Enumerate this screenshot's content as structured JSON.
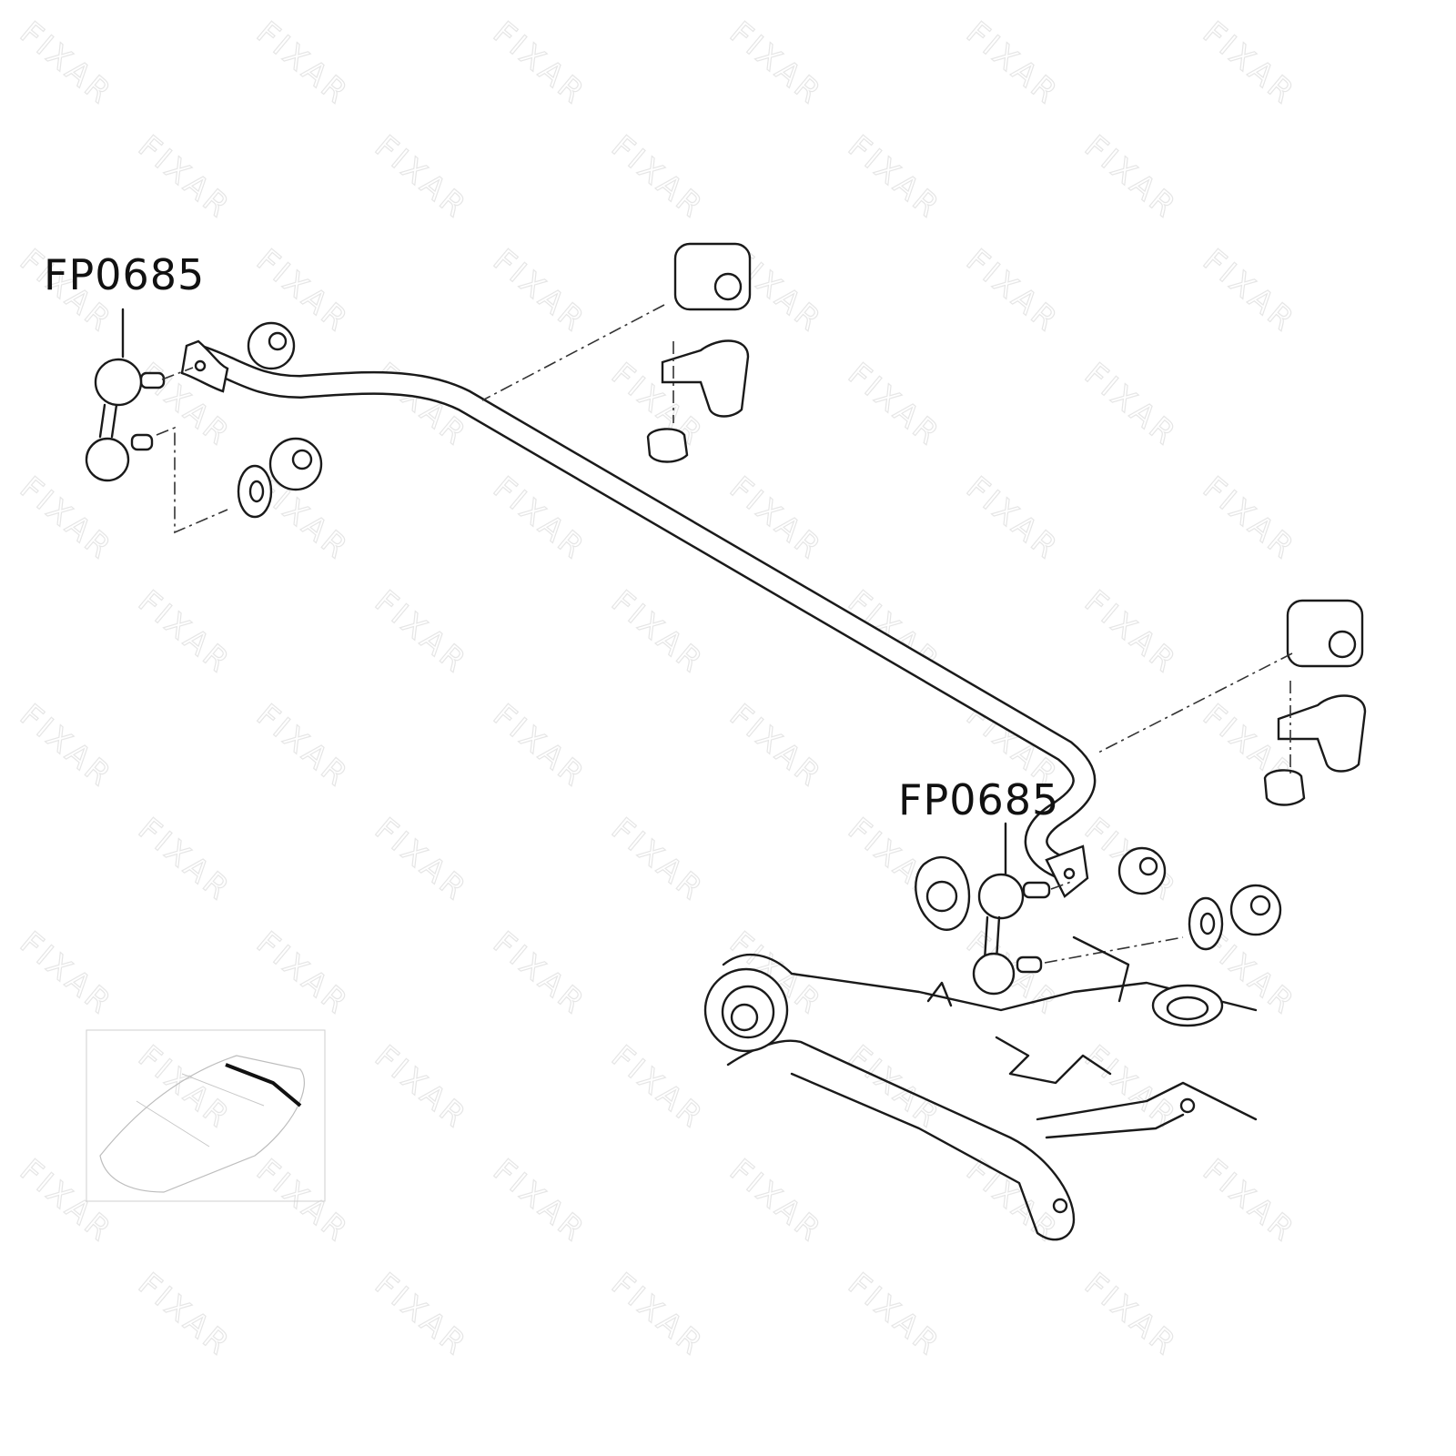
{
  "labels": {
    "part_left": "FP0685",
    "part_right": "FP0685"
  },
  "watermark": "FIXAR",
  "colors": {
    "line": "#1a1a1a",
    "watermark": "#e6e6e6",
    "background": "#ffffff"
  }
}
